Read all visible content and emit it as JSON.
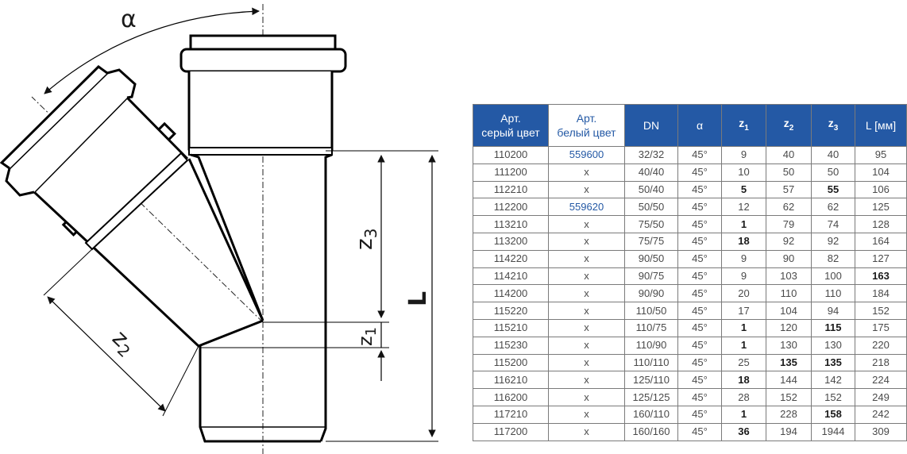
{
  "drawing": {
    "labels": {
      "alpha": "α",
      "z1": "z",
      "z1_sub": "1",
      "z2": "z",
      "z2_sub": "2",
      "z3": "z",
      "z3_sub": "3",
      "L": "L"
    }
  },
  "table": {
    "headers": [
      {
        "line1": "Арт.",
        "line2": "серый цвет"
      },
      {
        "line1": "Арт.",
        "line2": "белый цвет"
      },
      {
        "line1": "DN",
        "line2": ""
      },
      {
        "line1": "α",
        "line2": ""
      },
      {
        "line1": "z",
        "sub": "1"
      },
      {
        "line1": "z",
        "sub": "2"
      },
      {
        "line1": "z",
        "sub": "3"
      },
      {
        "line1": "L [мм]",
        "line2": ""
      }
    ],
    "rows": [
      [
        "110200",
        "559600",
        "32/32",
        "45°",
        "9",
        "40",
        "40",
        "95"
      ],
      [
        "111200",
        "x",
        "40/40",
        "45°",
        "10",
        "50",
        "50",
        "104"
      ],
      [
        "112210",
        "x",
        "50/40",
        "45°",
        "5",
        "57",
        "55",
        "106"
      ],
      [
        "112200",
        "559620",
        "50/50",
        "45°",
        "12",
        "62",
        "62",
        "125"
      ],
      [
        "113210",
        "x",
        "75/50",
        "45°",
        "1",
        "79",
        "74",
        "128"
      ],
      [
        "113200",
        "x",
        "75/75",
        "45°",
        "18",
        "92",
        "92",
        "164"
      ],
      [
        "114220",
        "x",
        "90/50",
        "45°",
        "9",
        "90",
        "82",
        "127"
      ],
      [
        "114210",
        "x",
        "90/75",
        "45°",
        "9",
        "103",
        "100",
        "163"
      ],
      [
        "114200",
        "x",
        "90/90",
        "45°",
        "20",
        "110",
        "110",
        "184"
      ],
      [
        "115220",
        "x",
        "110/50",
        "45°",
        "17",
        "104",
        "94",
        "152"
      ],
      [
        "115210",
        "x",
        "110/75",
        "45°",
        "1",
        "120",
        "115",
        "175"
      ],
      [
        "115230",
        "x",
        "110/90",
        "45°",
        "1",
        "130",
        "130",
        "220"
      ],
      [
        "115200",
        "x",
        "110/110",
        "45°",
        "25",
        "135",
        "135",
        "218"
      ],
      [
        "116210",
        "x",
        "125/110",
        "45°",
        "18",
        "144",
        "142",
        "224"
      ],
      [
        "116200",
        "x",
        "125/125",
        "45°",
        "28",
        "152",
        "152",
        "249"
      ],
      [
        "117210",
        "x",
        "160/110",
        "45°",
        "1",
        "228",
        "158",
        "242"
      ],
      [
        "117200",
        "x",
        "160/160",
        "45°",
        "36",
        "194",
        "1944",
        "309"
      ]
    ],
    "bold_cells": [
      [
        2,
        4
      ],
      [
        2,
        6
      ],
      [
        4,
        4
      ],
      [
        5,
        4
      ],
      [
        7,
        7
      ],
      [
        10,
        4
      ],
      [
        10,
        6
      ],
      [
        11,
        4
      ],
      [
        12,
        5
      ],
      [
        12,
        6
      ],
      [
        13,
        4
      ],
      [
        15,
        4
      ],
      [
        15,
        6
      ],
      [
        16,
        4
      ]
    ],
    "blue_cells": [
      [
        0,
        1
      ],
      [
        3,
        1
      ]
    ],
    "colors": {
      "header_bg": "#2459a5",
      "header_text": "#ffffff",
      "accent": "#2459a5"
    }
  }
}
